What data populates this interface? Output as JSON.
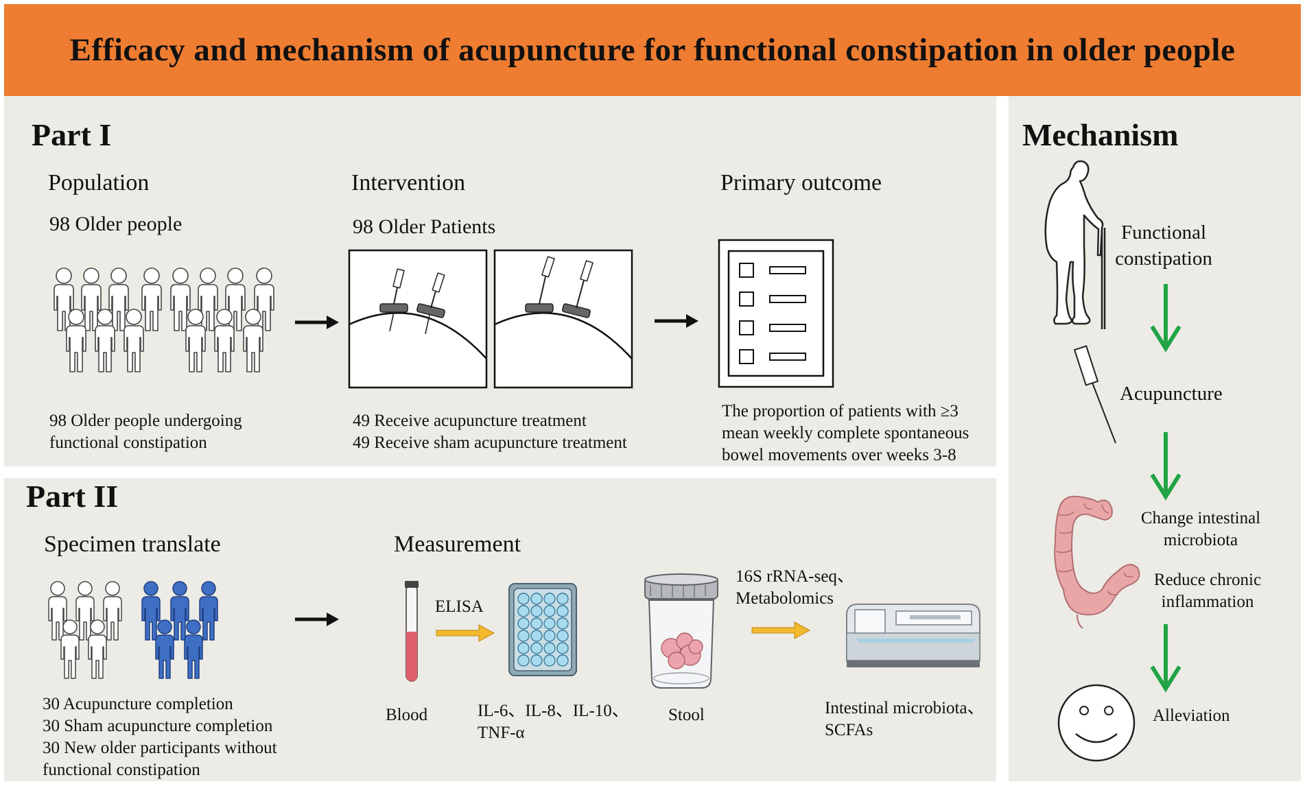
{
  "title": "Efficacy and mechanism of acupuncture for functional constipation in older people",
  "part1": {
    "heading": "Part I",
    "population": {
      "header": "Population",
      "count": "98 Older people",
      "desc_line1": "98 Older people undergoing",
      "desc_line2": "functional constipation"
    },
    "intervention": {
      "header": "Intervention",
      "count": "98 Older Patients",
      "desc_line1": "49 Receive acupuncture treatment",
      "desc_line2": "49 Receive sham acupuncture treatment"
    },
    "outcome": {
      "header": "Primary outcome",
      "desc_line1": "The proportion of patients with ≥3",
      "desc_line2": "mean  weekly complete spontaneous",
      "desc_line3": "bowel movements over weeks 3-8"
    }
  },
  "part2": {
    "heading": "Part II",
    "specimen": {
      "header": "Specimen translate",
      "line1": "30 Acupuncture completion",
      "line2": "30 Sham acupuncture completion",
      "line3": "30 New older participants without",
      "line4": "functional constipation"
    },
    "measurement": {
      "header": "Measurement",
      "blood": "Blood",
      "elisa": "ELISA",
      "cytokines_line1": "IL-6、IL-8、IL-10、",
      "cytokines_line2": "TNF-α",
      "stool": "Stool",
      "seq_line1": "16S rRNA-seq、",
      "seq_line2": "Metabolomics",
      "result_line1": "Intestinal microbiota、",
      "result_line2": "SCFAs"
    }
  },
  "mechanism": {
    "heading": "Mechanism",
    "step1_line1": "Functional",
    "step1_line2": "constipation",
    "step2": "Acupuncture",
    "step3_line1": "Change intestinal",
    "step3_line2": "microbiota",
    "step4_line1": "Reduce chronic",
    "step4_line2": "inflammation",
    "step5": "Alleviation"
  },
  "colors": {
    "title_bg": "#ee7d31",
    "panel_bg": "#ecebe5",
    "arrow_green": "#22a446",
    "arrow_yellow": "#f2b92e",
    "blue_people": "#3f6fc4",
    "well_blue": "#a9dbef",
    "blood_red": "#e0616b",
    "colon_pink": "#e8a6a6"
  },
  "icons": [
    "people-group-icon",
    "needle-insertion-icon",
    "checklist-icon",
    "blood-tube-icon",
    "well-plate-icon",
    "stool-jar-icon",
    "sequencer-icon",
    "elderly-person-icon",
    "needle-icon",
    "colon-icon",
    "smiley-face-icon",
    "arrow-right-icon",
    "arrow-down-icon"
  ]
}
